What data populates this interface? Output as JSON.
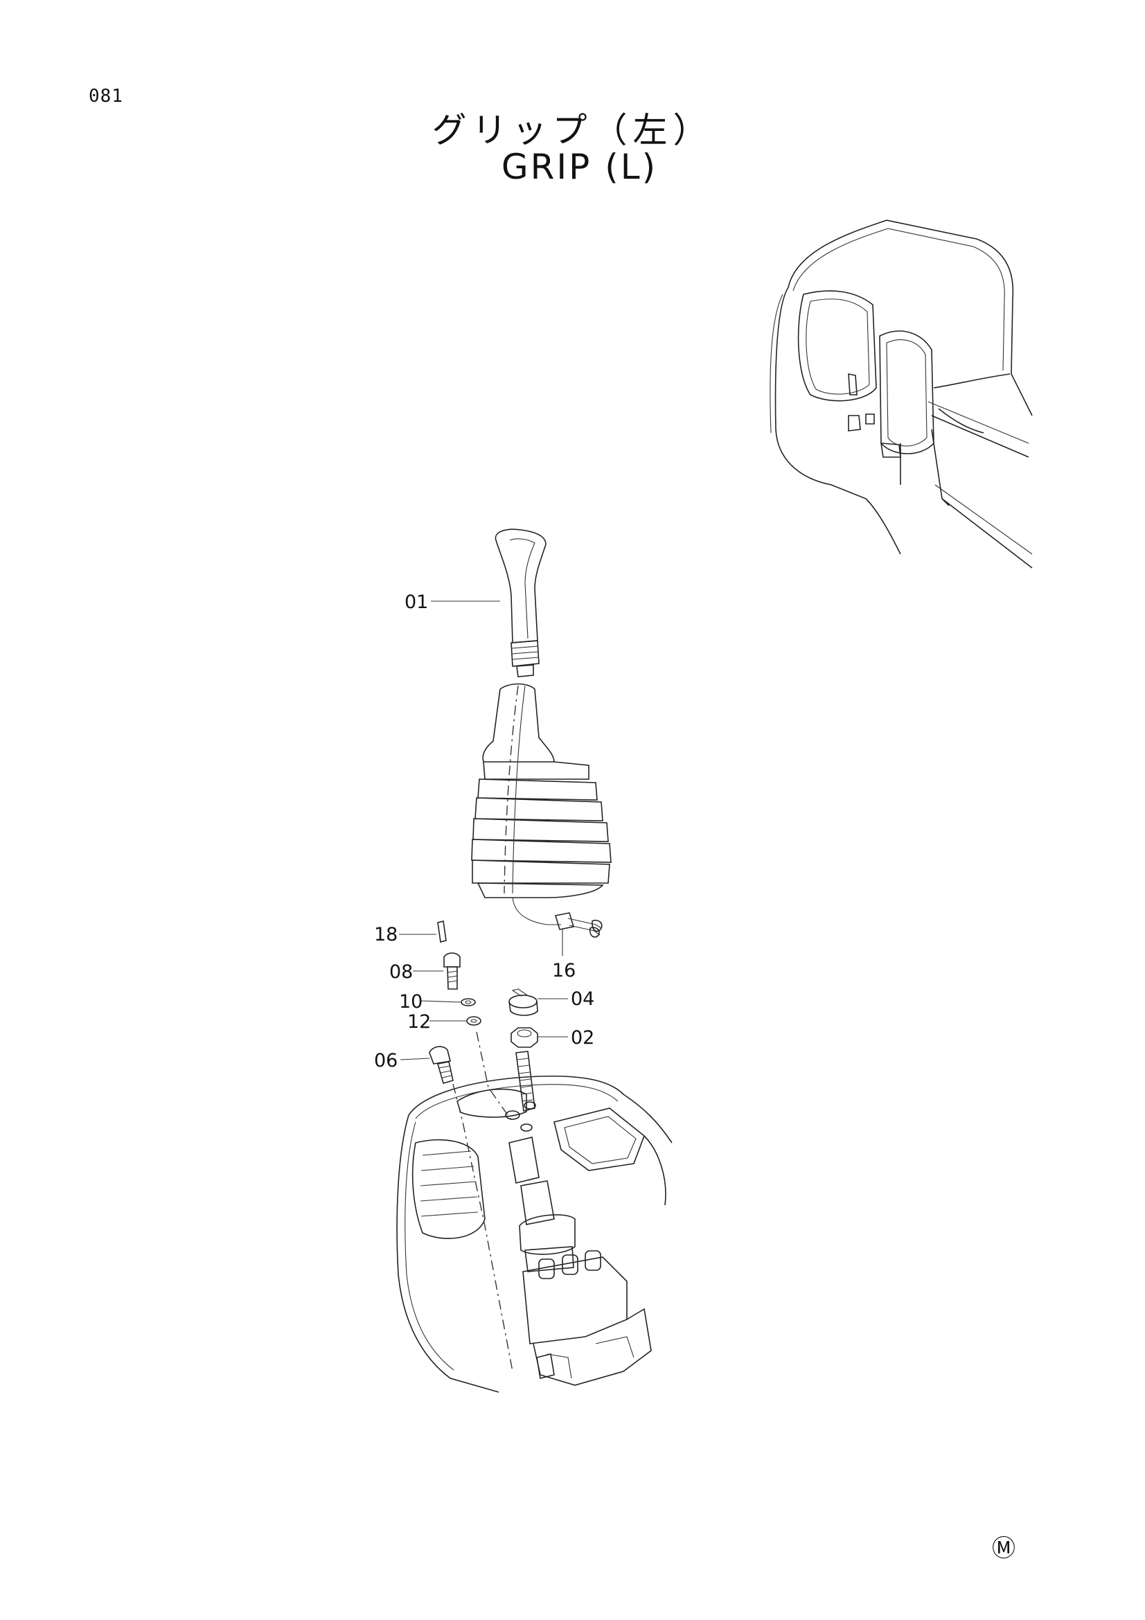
{
  "page_number": "081",
  "title": {
    "japanese": "グリップ（左）",
    "english": "GRIP (L)"
  },
  "callouts": [
    {
      "id": "01"
    },
    {
      "id": "18"
    },
    {
      "id": "08"
    },
    {
      "id": "10"
    },
    {
      "id": "12"
    },
    {
      "id": "06"
    },
    {
      "id": "16"
    },
    {
      "id": "04"
    },
    {
      "id": "02"
    }
  ],
  "footer_mark": "Ⓜ"
}
